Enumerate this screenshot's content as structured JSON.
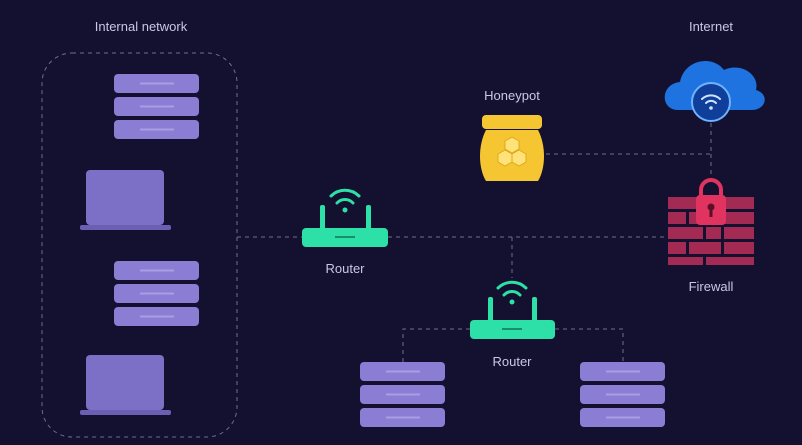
{
  "labels": {
    "internal_network": "Internal network",
    "internet": "Internet",
    "honeypot": "Honeypot",
    "router_1": "Router",
    "router_2": "Router",
    "firewall": "Firewall"
  },
  "colors": {
    "background": "#13112f",
    "server": "#8a7dd3",
    "laptop": "#7b70c5",
    "router": "#2de0a7",
    "cloud": "#1e73e0",
    "honeypot": "#f5c532",
    "firewall": "#a32a52",
    "lock": "#e0335f",
    "line": "#6f6c8e"
  }
}
